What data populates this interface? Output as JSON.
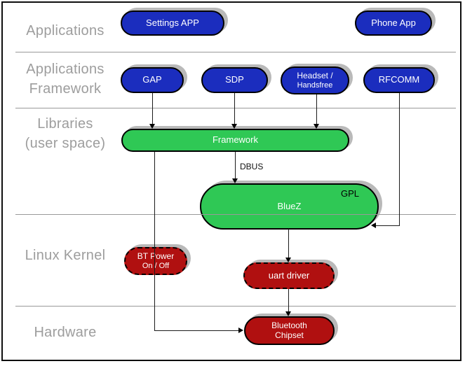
{
  "layers": {
    "applications": {
      "line1": "Applications"
    },
    "app_framework": {
      "line1": "Applications",
      "line2": "Framework"
    },
    "libraries": {
      "line1": "Libraries",
      "line2": "(user space)"
    },
    "kernel": {
      "line1": "Linux Kernel"
    },
    "hardware": {
      "line1": "Hardware"
    }
  },
  "nodes": {
    "settings_app": {
      "label": "Settings APP"
    },
    "phone_app": {
      "label": "Phone App"
    },
    "gap": {
      "label": "GAP"
    },
    "sdp": {
      "label": "SDP"
    },
    "headset": {
      "line1": "Headset /",
      "line2": "Handsfree"
    },
    "rfcomm": {
      "label": "RFCOMM"
    },
    "framework": {
      "label": "Framework"
    },
    "bluez": {
      "label": "BlueZ",
      "badge": "GPL"
    },
    "bt_power": {
      "line1": "BT Power",
      "line2": "On / Off"
    },
    "uart": {
      "label": "uart driver"
    },
    "chipset": {
      "line1": "Bluetooth",
      "line2": "Chipset"
    }
  },
  "edges": {
    "dbus": {
      "label": "DBUS"
    }
  },
  "colors": {
    "app_blue": "#1B2DBE",
    "lib_green": "#2FC855",
    "kernel_red": "#B01010",
    "label_gray": "#9D9D9D",
    "shadow_gray": "#B9B9B9"
  }
}
